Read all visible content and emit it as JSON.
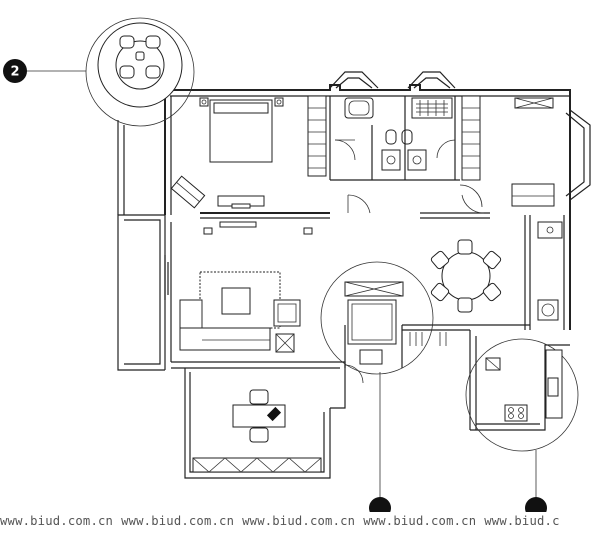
{
  "callouts": [
    {
      "number": "2",
      "target": "round-table-detail"
    },
    {
      "number": "",
      "target": "bathroom-detail"
    },
    {
      "number": "",
      "target": "kitchen-detail"
    }
  ],
  "watermark": [
    "www.biud.com.cn",
    "www.biud.com.cn",
    "www.biud.com.cn",
    "www.biud.com.cn",
    "www.biud.c"
  ]
}
